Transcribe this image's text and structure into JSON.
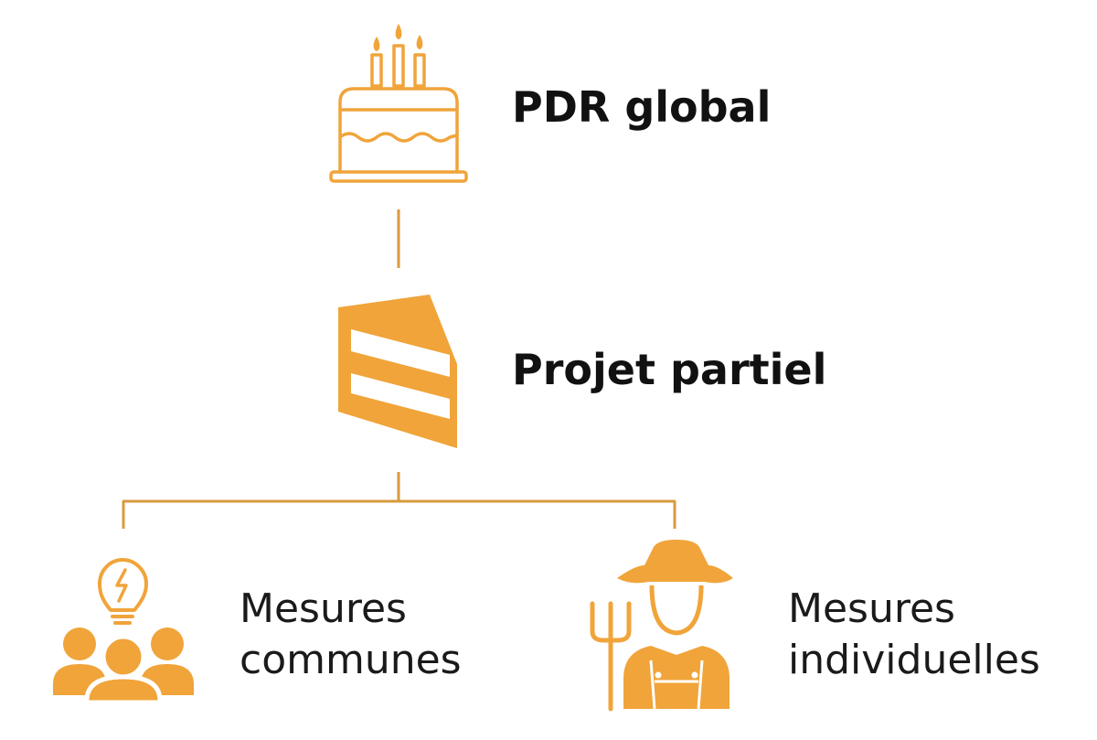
{
  "nodes": {
    "global": {
      "label": "PDR global",
      "icon": "cake-icon"
    },
    "partial": {
      "label": "Projet partiel",
      "icon": "cake-slice-icon"
    },
    "common": {
      "line1": "Mesures",
      "line2": "communes",
      "icon": "people-idea-icon"
    },
    "individual": {
      "line1": "Mesures",
      "line2": "individuelles",
      "icon": "farmer-icon"
    }
  },
  "colors": {
    "accent": "#F0A43A",
    "connector": "#D99A3E",
    "text": "#111111"
  }
}
